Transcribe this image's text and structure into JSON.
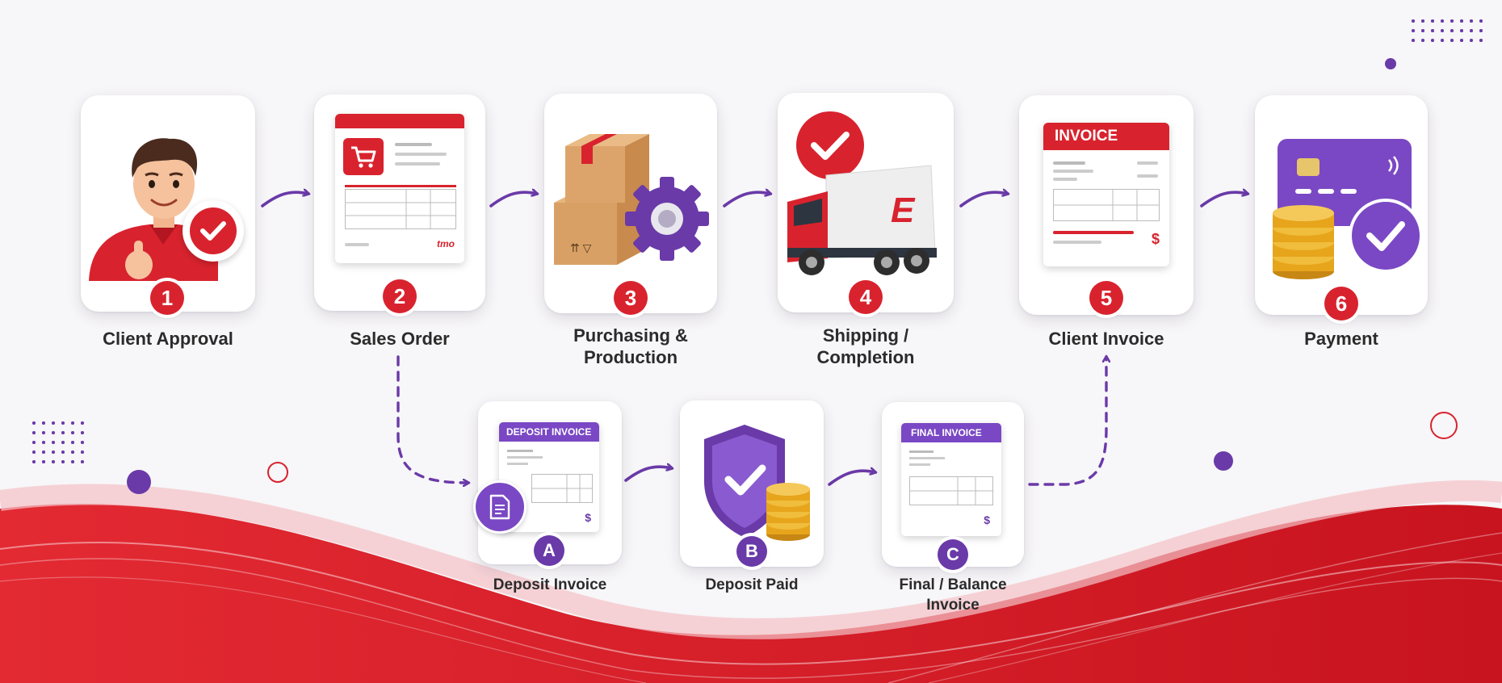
{
  "main_steps": [
    {
      "number": "1",
      "label": "Client Approval"
    },
    {
      "number": "2",
      "label": "Sales Order"
    },
    {
      "number": "3",
      "label": "Purchasing &",
      "label2": "Production"
    },
    {
      "number": "4",
      "label": "Shipping /",
      "label2": "Completion"
    },
    {
      "number": "5",
      "label": "Client Invoice"
    },
    {
      "number": "6",
      "label": "Payment"
    }
  ],
  "sub_steps": [
    {
      "letter": "A",
      "label": "Deposit Invoice",
      "doc_title": "DEPOSIT INVOICE"
    },
    {
      "letter": "B",
      "label": "Deposit Paid"
    },
    {
      "letter": "C",
      "label": "Final / Balance",
      "label2": "Invoice",
      "doc_title": "FINAL INVOICE"
    }
  ],
  "sales_order_mark": "tmo",
  "invoice_header": "INVOICE",
  "truck_letter": "E",
  "currency_symbol": "$",
  "colors": {
    "red": "#d8232e",
    "purple": "#6a3aa8",
    "gold": "#e7a51c"
  }
}
